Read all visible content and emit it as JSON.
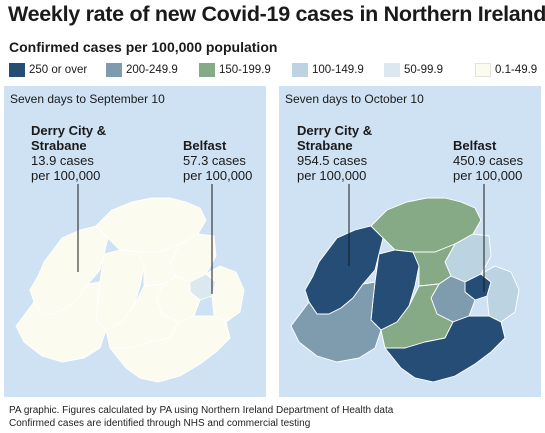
{
  "title": "Weekly rate of new Covid-19 cases in Northern Ireland",
  "subtitle": "Confirmed cases per 100,000 population",
  "legend": [
    {
      "label": "250 or over",
      "color": "#254d75"
    },
    {
      "label": "200-249.9",
      "color": "#7f9caf"
    },
    {
      "label": "150-199.9",
      "color": "#86aa85"
    },
    {
      "label": "100-149.9",
      "color": "#bcd3e2"
    },
    {
      "label": "50-99.9",
      "color": "#dce8ef"
    },
    {
      "label": "0.1-49.9",
      "color": "#fbfbf0"
    }
  ],
  "panels": [
    {
      "title": "Seven days to September 10",
      "derry": {
        "name": "Derry City &",
        "name2": "Strabane",
        "value": "13.9 cases",
        "unit": "per 100,000"
      },
      "belfast": {
        "name": "Belfast",
        "value": "57.3 cases",
        "unit": "per 100,000"
      },
      "colors": {
        "derry": "#fbfbf0",
        "causeway": "#fbfbf0",
        "midulster": "#fbfbf0",
        "antrim": "#fbfbf0",
        "fermanagh": "#fbfbf0",
        "lisburn": "#fbfbf0",
        "belfast": "#dce8ef",
        "ards": "#fbfbf0",
        "armagh": "#fbfbf0",
        "newry": "#fbfbf0",
        "midantrim": "#fbfbf0"
      }
    },
    {
      "title": "Seven days to October 10",
      "derry": {
        "name": "Derry City &",
        "name2": "Strabane",
        "value": "954.5 cases",
        "unit": "per 100,000"
      },
      "belfast": {
        "name": "Belfast",
        "value": "450.9 cases",
        "unit": "per 100,000"
      },
      "colors": {
        "derry": "#254d75",
        "causeway": "#86aa85",
        "midulster": "#254d75",
        "antrim": "#bcd3e2",
        "fermanagh": "#7f9caf",
        "lisburn": "#7f9caf",
        "belfast": "#254d75",
        "ards": "#bcd3e2",
        "armagh": "#86aa85",
        "newry": "#254d75",
        "midantrim": "#86aa85"
      }
    }
  ],
  "footer": {
    "line1": "PA graphic. Figures calculated by PA using Northern Ireland Department of Health data",
    "line2": "Confirmed cases are identified through NHS and commercial testing"
  }
}
